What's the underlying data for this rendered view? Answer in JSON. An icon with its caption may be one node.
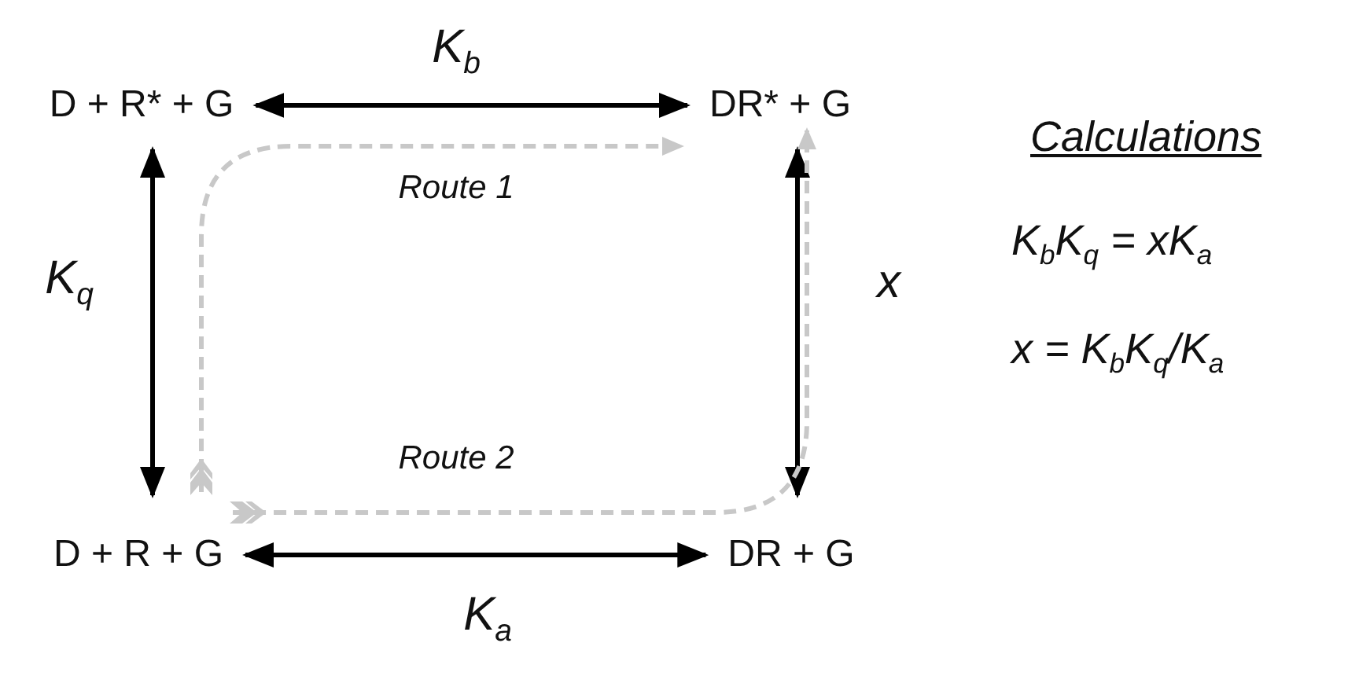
{
  "diagram": {
    "nodes": [
      {
        "text": [
          "D + R* + G"
        ]
      },
      {
        "text": [
          "DR* + G"
        ]
      },
      {
        "text": [
          "D + R + G"
        ]
      },
      {
        "text": [
          "DR + G"
        ]
      }
    ],
    "edges": [
      {
        "from": 0,
        "to": 1,
        "arrow": "both",
        "label": "K$_{b}$"
      },
      {
        "from": 0,
        "to": 2,
        "arrow": "both",
        "label": "K$_{q}$"
      },
      {
        "from": 1,
        "to": 3,
        "arrow": "both",
        "label": "x"
      },
      {
        "from": 2,
        "to": 3,
        "arrow": "both",
        "label": "K$_{a}$"
      },
      {
        "from": 2,
        "to": 1,
        "arrow": "to",
        "label": "Route 1",
        "style": "dashed",
        "color": "#c8c8c8"
      },
      {
        "from": 2,
        "to": 1,
        "arrow": "to",
        "label": "Route 2",
        "style": "dashed",
        "color": "#c8c8c8"
      }
    ],
    "labels": [
      "Calculations",
      "K$_{b}$K$_{q}$ = xK$_{a}$",
      "x = K$_{b}$K$_{q}$/K$_{a}$"
    ]
  }
}
